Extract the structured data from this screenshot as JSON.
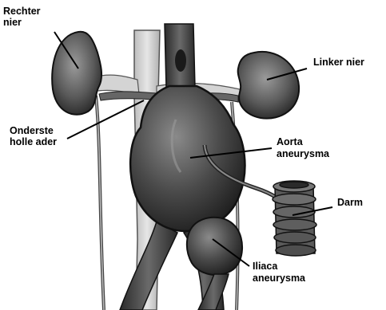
{
  "labels": {
    "right_kidney_1": "Rechter",
    "right_kidney_2": "nier",
    "left_kidney": "Linker nier",
    "ivc_1": "Onderste",
    "ivc_2": "holle ader",
    "aorta_1": "Aorta",
    "aorta_2": "aneurysma",
    "intestine": "Darm",
    "iliac_1": "Iliaca",
    "iliac_2": "aneurysma"
  }
}
